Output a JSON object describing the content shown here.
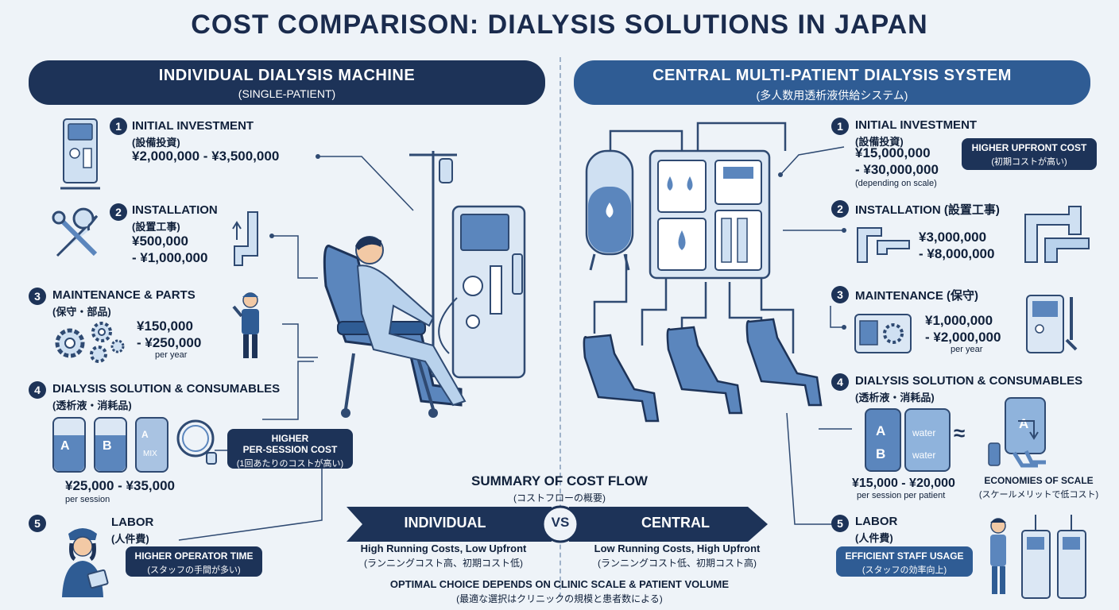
{
  "title": "COST COMPARISON: DIALYSIS SOLUTIONS IN JAPAN",
  "colors": {
    "navy": "#1d3358",
    "blue": "#2f5c94",
    "light_blue": "#8fb3dc",
    "bg": "#eef3f8"
  },
  "left": {
    "banner_title": "INDIVIDUAL DIALYSIS MACHINE",
    "banner_sub": "(SINGLE-PATIENT)",
    "items": [
      {
        "num": "1",
        "title": "INITIAL INVESTMENT",
        "jp": "(設備投資)",
        "cost": "¥2,000,000 - ¥3,500,000",
        "icon": "dialysis-machine-icon"
      },
      {
        "num": "2",
        "title": "INSTALLATION",
        "jp": "(設置工事)",
        "cost_line1": "¥500,000",
        "cost_line2": "- ¥1,000,000",
        "icon": "wrench-icon"
      },
      {
        "num": "3",
        "title": "MAINTENANCE & PARTS",
        "jp": "(保守・部品)",
        "cost_line1": "¥150,000",
        "cost_line2": "- ¥250,000",
        "note": "per year",
        "icon": "gears-icon"
      },
      {
        "num": "4",
        "title": "DIALYSIS SOLUTION & CONSUMABLES",
        "jp": "(透析液・消耗品)",
        "cost": "¥25,000 - ¥35,000",
        "note": "per session",
        "bag_a": "A",
        "bag_b": "B",
        "bag_mix_top": "A",
        "bag_mix": "MIX",
        "icon": "solution-bag-icon"
      },
      {
        "num": "5",
        "title": "LABOR",
        "jp": "(人件費)",
        "icon": "nurse-icon"
      }
    ],
    "callout_session": {
      "l1": "HIGHER",
      "l2": "PER-SESSION COST",
      "jp": "(1回あたりのコストが高い)"
    },
    "callout_labor": {
      "l1": "HIGHER OPERATOR TIME",
      "jp": "(スタッフの手間が多い)"
    }
  },
  "right": {
    "banner_title": "CENTRAL MULTI-PATIENT DIALYSIS SYSTEM",
    "banner_sub": "(多人数用透析液供給システム)",
    "items": [
      {
        "num": "1",
        "title": "INITIAL INVESTMENT",
        "jp": "(設備投資)",
        "cost_line1": "¥15,000,000",
        "cost_line2": "- ¥30,000,000",
        "note": "(depending on scale)"
      },
      {
        "num": "2",
        "title": "INSTALLATION (設置工事)",
        "cost_line1": "¥3,000,000",
        "cost_line2": "- ¥8,000,000"
      },
      {
        "num": "3",
        "title": "MAINTENANCE (保守)",
        "cost_line1": "¥1,000,000",
        "cost_line2": "- ¥2,000,000",
        "note": "per year"
      },
      {
        "num": "4",
        "title": "DIALYSIS SOLUTION & CONSUMABLES",
        "jp": "(透析液・消耗品)",
        "cost": "¥15,000 - ¥20,000",
        "note": "per session per patient",
        "tank_a": "A",
        "tank_b": "B",
        "water1": "water",
        "water2": "water",
        "approx": "≈",
        "tank_big": "A"
      },
      {
        "num": "5",
        "title": "LABOR",
        "jp": "(人件費)"
      }
    ],
    "callout_upfront": {
      "l1": "HIGHER UPFRONT COST",
      "jp": "(初期コストが高い)"
    },
    "scale": {
      "l1": "ECONOMIES OF SCALE",
      "jp": "(スケールメリットで低コスト)"
    },
    "callout_labor": {
      "l1": "EFFICIENT STAFF USAGE",
      "jp": "(スタッフの効率向上)"
    }
  },
  "summary": {
    "title": "SUMMARY OF COST FLOW",
    "title_jp": "(コストフローの概要)",
    "left_label": "INDIVIDUAL",
    "vs": "VS",
    "right_label": "CENTRAL",
    "left_desc": "High Running Costs, Low Upfront",
    "left_desc_jp": "(ランニングコスト高、初期コスト低)",
    "right_desc": "Low Running Costs, High Upfront",
    "right_desc_jp": "(ランニングコスト低、初期コスト高)",
    "conclusion": "OPTIMAL CHOICE DEPENDS ON CLINIC SCALE & PATIENT VOLUME",
    "conclusion_jp": "(最適な選択はクリニックの規模と患者数による)"
  }
}
